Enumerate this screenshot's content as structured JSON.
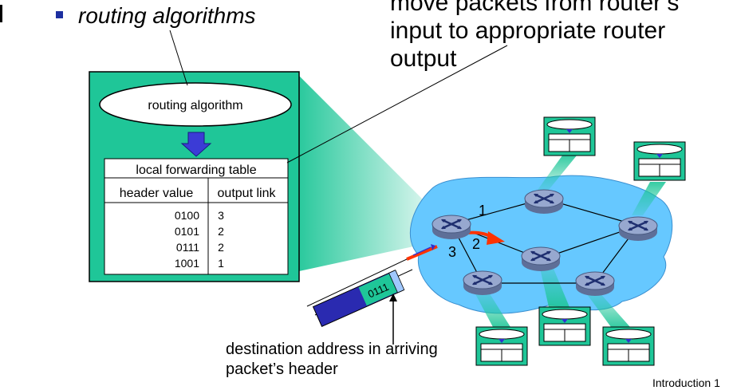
{
  "header": {
    "bullet_text": "routing algorithms",
    "title_line1": "move packets from router’s",
    "title_line2": "input to appropriate router",
    "title_line3": "output"
  },
  "router_box": {
    "algorithm_label": "routing algorithm",
    "table_title": "local forwarding table",
    "col_header_value": "header value",
    "col_output_link": "output link",
    "rows": [
      {
        "header": "0100",
        "link": "3"
      },
      {
        "header": "0101",
        "link": "2"
      },
      {
        "header": "0111",
        "link": "2"
      },
      {
        "header": "1001",
        "link": "1"
      }
    ]
  },
  "network": {
    "link_label_1": "1",
    "link_label_2": "2",
    "link_label_3": "3"
  },
  "packet": {
    "header_value": "0111"
  },
  "caption": {
    "line1": "destination address in arriving",
    "line2": "packet’s header"
  },
  "footer": {
    "label": "Introduction",
    "page": "1"
  },
  "colors": {
    "box_fill": "#1fc698",
    "cloud_fill": "#66c8ff",
    "router_fill": "#8e9fc6",
    "arrow_red": "#ff3300",
    "packet_blue": "#2a2ab0",
    "bullet": "#1d2fa0"
  }
}
